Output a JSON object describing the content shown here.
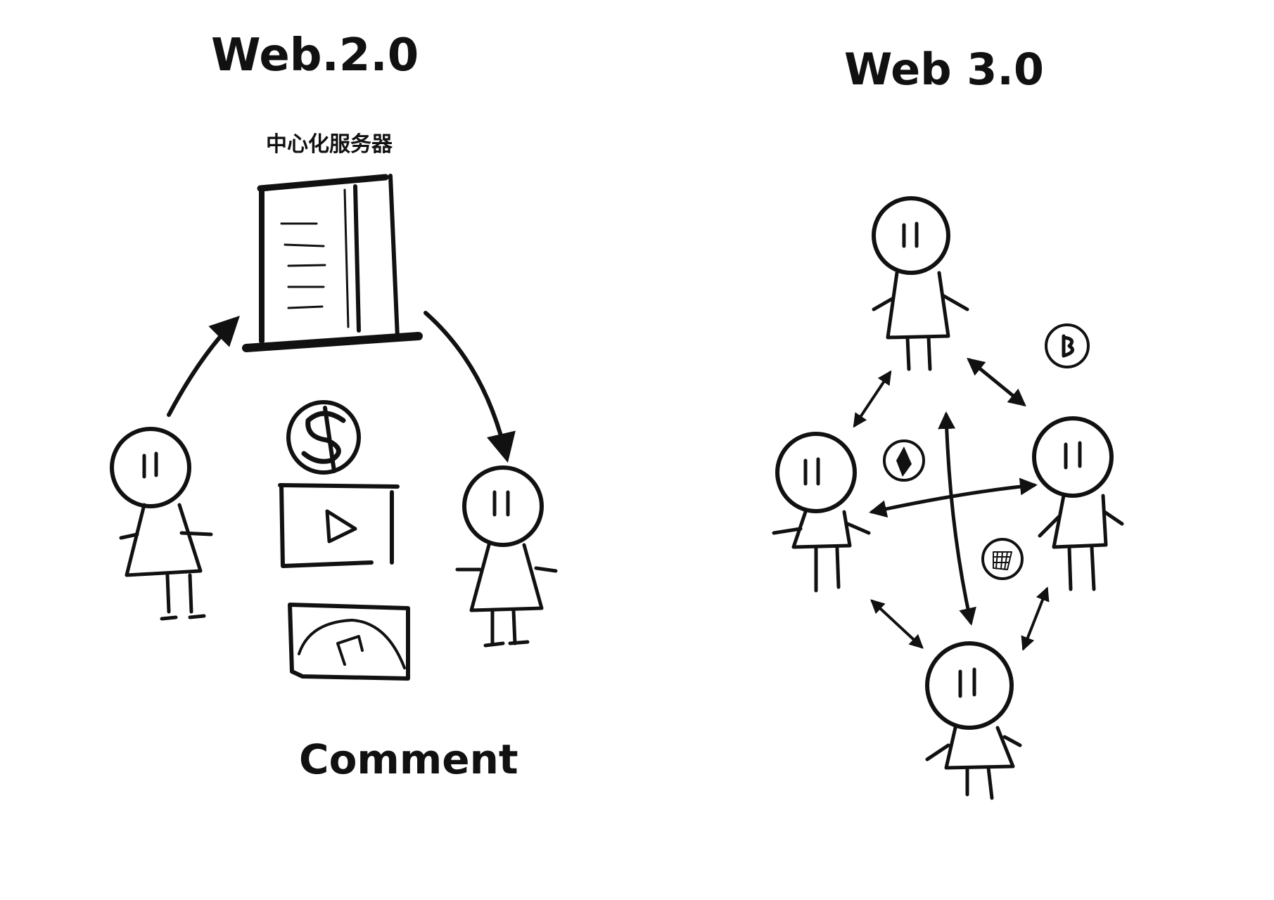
{
  "left_panel": {
    "title": "Web.2.0",
    "server_label": "中心化服务器",
    "content_label": "Comment",
    "content_icons": [
      "dollar-coin-icon",
      "video-play-icon",
      "image-icon"
    ]
  },
  "right_panel": {
    "title": "Web 3.0",
    "coin_icons": [
      "baht-coin-icon",
      "diamond-coin-icon",
      "grid-coin-icon"
    ]
  },
  "colors": {
    "ink": "#111111",
    "paper": "#ffffff"
  }
}
